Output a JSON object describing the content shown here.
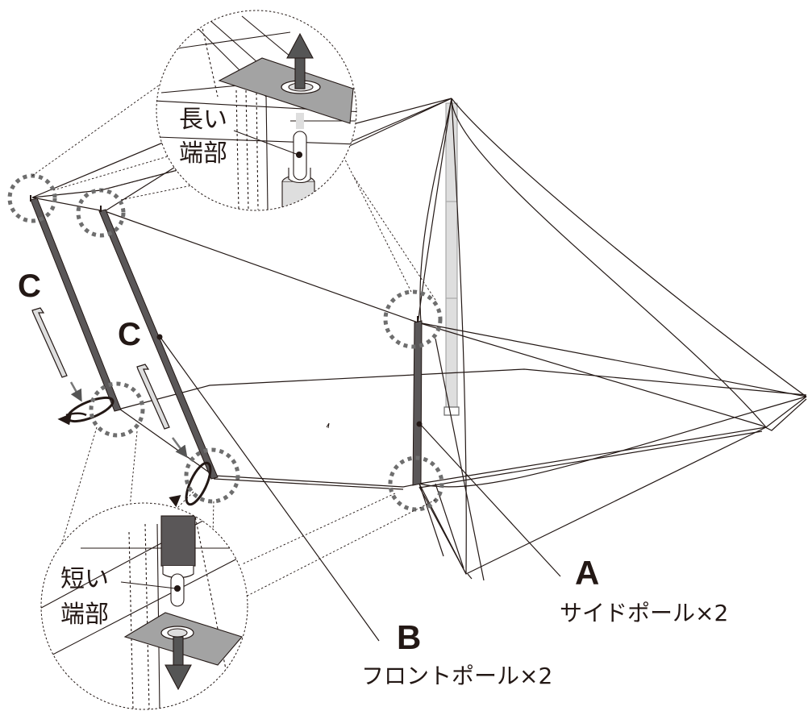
{
  "callouts": {
    "top": {
      "line1": "長い",
      "line2": "端部"
    },
    "bottom": {
      "line1": "短い",
      "line2": "端部"
    }
  },
  "labels": {
    "a_letter": "A",
    "a_text": "サイドポール×2",
    "b_letter": "B",
    "b_text": "フロントポール×2",
    "c_letter_1": "C",
    "c_letter_2": "C"
  },
  "colors": {
    "ink": "#231815",
    "pole_dark": "#5a5758",
    "pole_light": "#dedede",
    "grommet_plate": "#a3a3a3",
    "arrow": "#555555",
    "highlight_dash": "#6e6e6e"
  }
}
